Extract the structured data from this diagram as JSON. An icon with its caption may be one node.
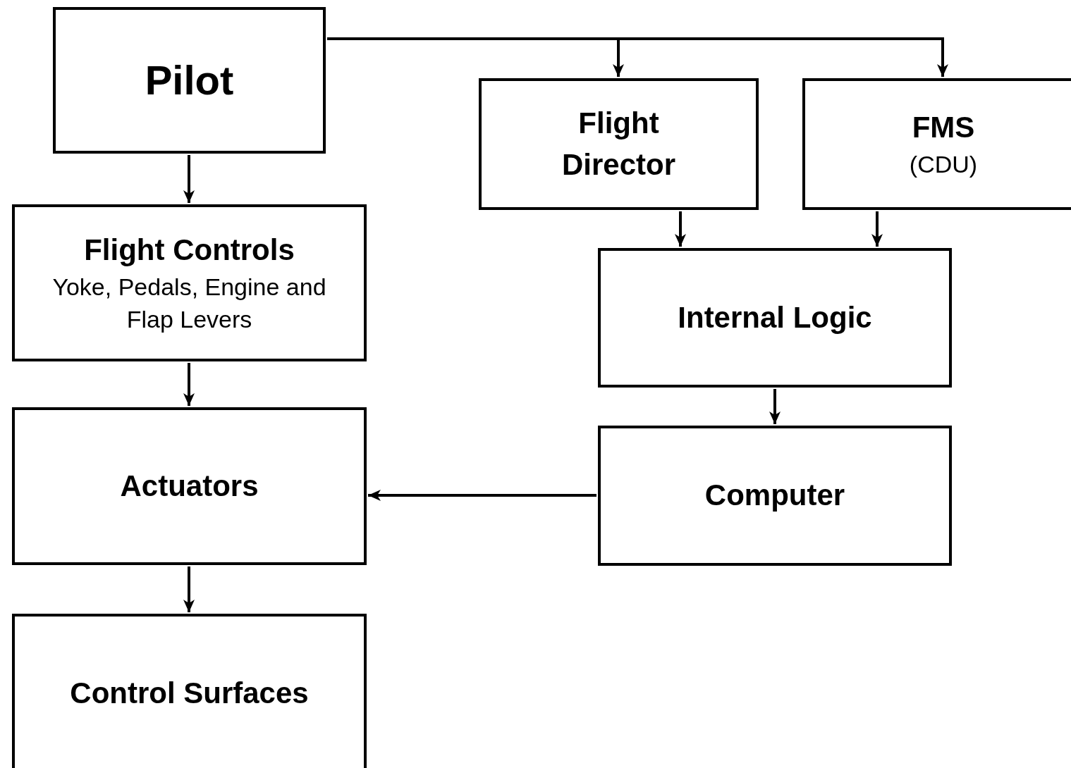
{
  "diagram": {
    "nodes": [
      {
        "text": [
          "Pilot"
        ]
      },
      {
        "text": [
          "Flight Director"
        ]
      },
      {
        "text": [
          "FMS",
          "(CDU)"
        ]
      },
      {
        "text": [
          "Flight Controls",
          "Yoke, Pedals, Engine and Flap Levers"
        ]
      },
      {
        "text": [
          "Internal Logic"
        ]
      },
      {
        "text": [
          "Actuators"
        ]
      },
      {
        "text": [
          "Computer"
        ]
      },
      {
        "text": [
          "Control Surfaces"
        ]
      }
    ],
    "edges": [
      {
        "from": 0,
        "to": 3,
        "arrow": "to"
      },
      {
        "from": 0,
        "to": 1,
        "arrow": "to"
      },
      {
        "from": 0,
        "to": 2,
        "arrow": "to"
      },
      {
        "from": 1,
        "to": 4,
        "arrow": "to"
      },
      {
        "from": 2,
        "to": 4,
        "arrow": "to"
      },
      {
        "from": 4,
        "to": 6,
        "arrow": "to"
      },
      {
        "from": 3,
        "to": 5,
        "arrow": "to"
      },
      {
        "from": 6,
        "to": 5,
        "arrow": "to"
      },
      {
        "from": 5,
        "to": 7,
        "arrow": "to"
      }
    ]
  }
}
